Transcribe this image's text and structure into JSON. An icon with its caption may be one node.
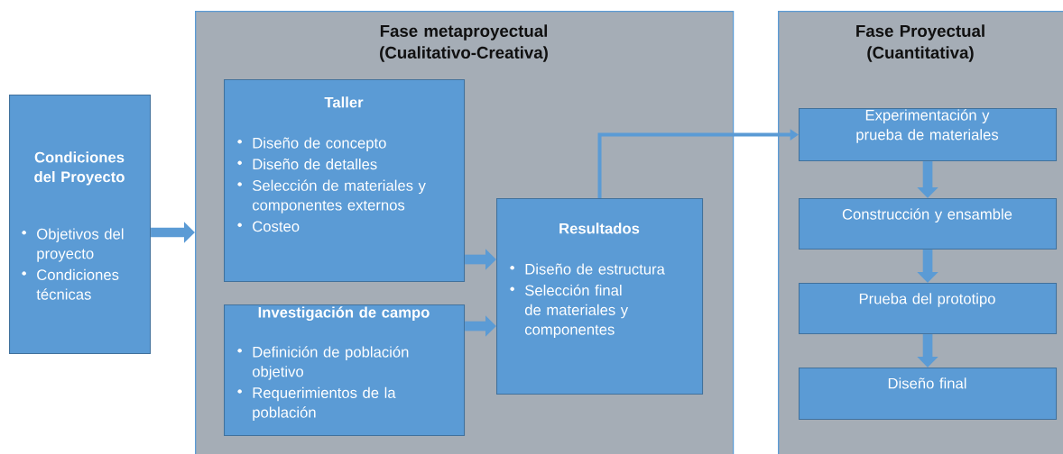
{
  "diagram": {
    "nodes": [
      {
        "text": [
          "Condiciones del Proyecto",
          "Objetivos del proyecto",
          "Condiciones técnicas"
        ]
      },
      {
        "text": [
          "Fase metaproyectual (Cualitativo-Creativa)"
        ]
      },
      {
        "text": [
          "Taller",
          "Diseño de concepto",
          "Diseño de detalles",
          "Selección de materiales y componentes externos",
          "Costeo"
        ],
        "in": 1
      },
      {
        "text": [
          "Investigación de campo",
          "Definición de población objetivo",
          "Requerimientos de la población"
        ],
        "in": 1
      },
      {
        "text": [
          "Resultados",
          "Diseño de estructura",
          "Selección final de materiales y componentes"
        ],
        "in": 1
      },
      {
        "text": [
          "Fase Proyectual (Cuantitativa)"
        ]
      },
      {
        "text": [
          "Experimentación y prueba de materiales"
        ],
        "in": 5
      },
      {
        "text": [
          "Construcción y ensamble"
        ],
        "in": 5
      },
      {
        "text": [
          "Prueba del prototipo"
        ],
        "in": 5
      },
      {
        "text": [
          "Diseño final"
        ],
        "in": 5
      }
    ],
    "edges": [
      {
        "from": 0,
        "to": 1,
        "arrow": "to"
      },
      {
        "from": 2,
        "to": 4,
        "arrow": "to"
      },
      {
        "from": 3,
        "to": 4,
        "arrow": "to"
      },
      {
        "from": 4,
        "to": 6,
        "arrow": "to"
      },
      {
        "from": 6,
        "to": 7,
        "arrow": "to"
      },
      {
        "from": 7,
        "to": 8,
        "arrow": "to"
      },
      {
        "from": 8,
        "to": 9,
        "arrow": "to"
      }
    ]
  }
}
